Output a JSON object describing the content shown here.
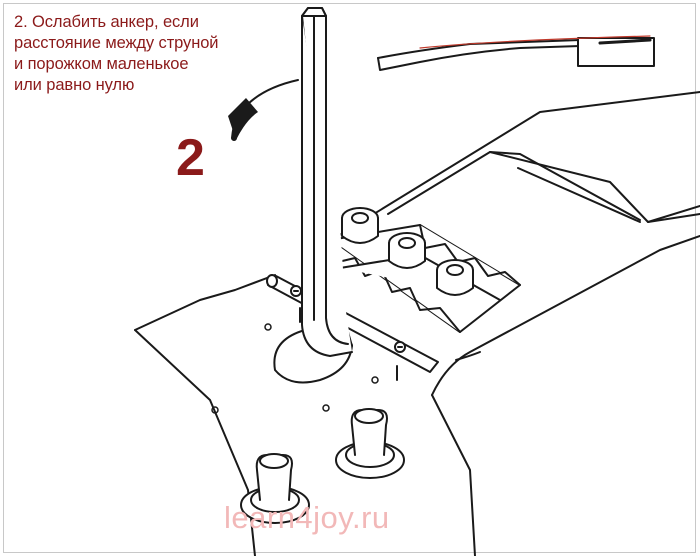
{
  "instruction": {
    "lines": [
      "2. Ослабить анкер, если",
      "расстояние между струной",
      "и порожком маленькое",
      "или равно нулю"
    ]
  },
  "step_number": "2",
  "watermark": "learn4joy.ru",
  "colors": {
    "accent": "#8b1a1a",
    "watermark": "#f2b8b8",
    "line": "#1a1a1a"
  },
  "icons": {
    "rotation_arrow": "curved-arrow-counterclockwise",
    "tool": "allen-key"
  }
}
